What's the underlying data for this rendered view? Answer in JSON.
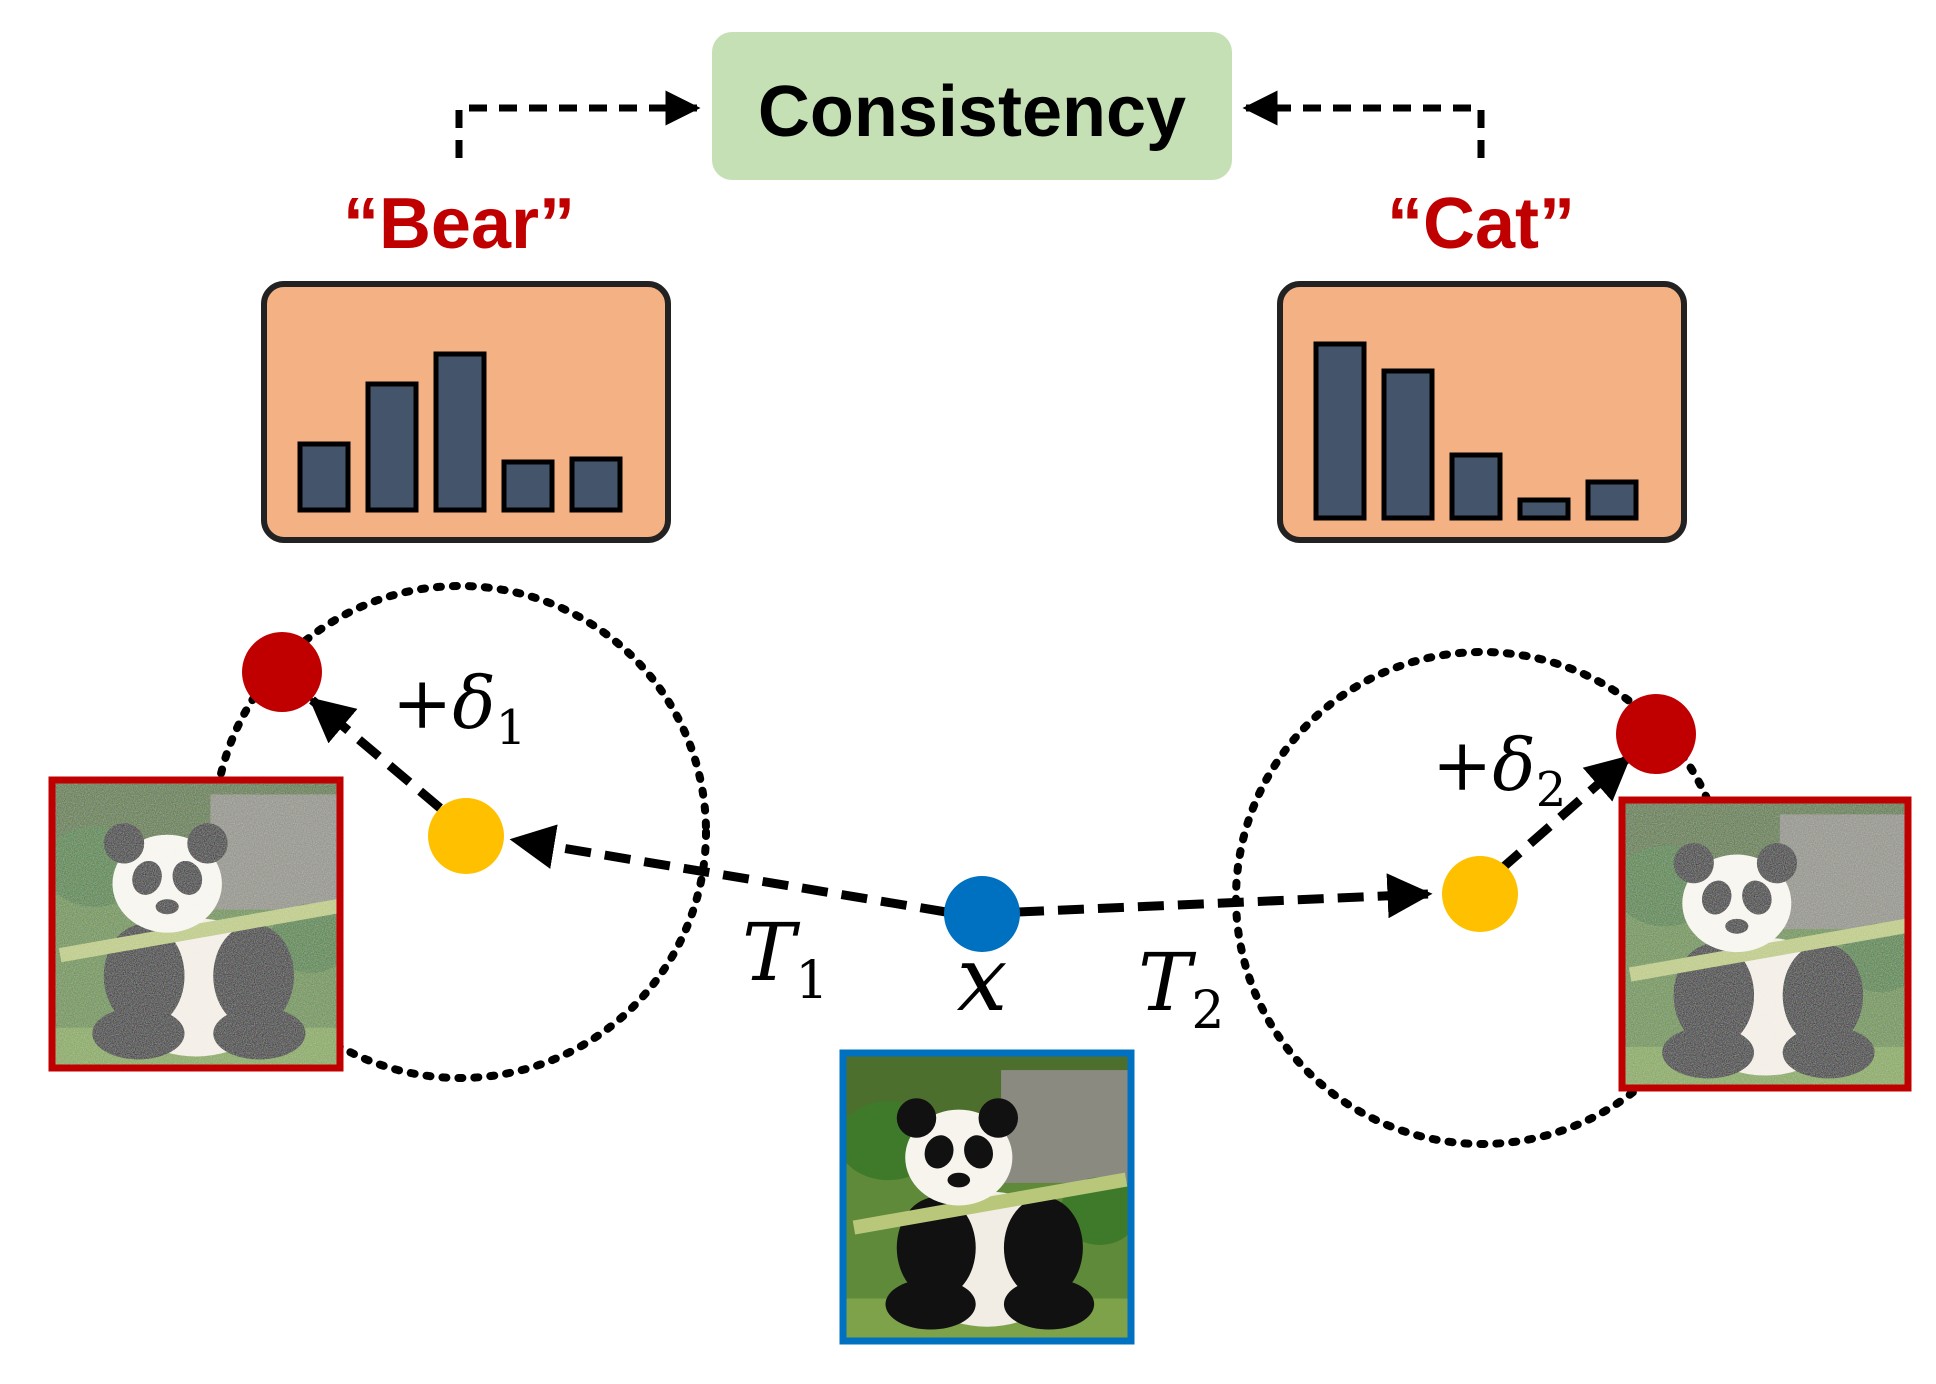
{
  "consistency_label": "Consistency",
  "left_class_label": "“Bear”",
  "right_class_label": "“Cat”",
  "left_histogram_values": [
    0.22,
    0.42,
    0.52,
    0.16,
    0.17
  ],
  "right_histogram_values": [
    0.58,
    0.49,
    0.21,
    0.06,
    0.12
  ],
  "transform_left": {
    "base": "T",
    "sub": "1"
  },
  "transform_right": {
    "base": "T",
    "sub": "2"
  },
  "perturb_left": {
    "prefix": "+δ",
    "sub": "1"
  },
  "perturb_right": {
    "prefix": "+δ",
    "sub": "2"
  },
  "input_label": "x",
  "colors": {
    "consistency_box": "#c5e0b4",
    "histogram_box": "#f4b183",
    "bars": "#44546a",
    "class_label": "#c00000",
    "input_dot": "#0070c0",
    "transformed_dot": "#ffc000",
    "adversarial_dot": "#c00000",
    "clean_frame": "#0070c0",
    "adversarial_frame": "#c00000"
  },
  "icons": {
    "clean_image": "panda-photo-icon",
    "adversarial_image_left": "noisy-panda-photo-icon",
    "adversarial_image_right": "noisy-panda-photo-icon"
  }
}
